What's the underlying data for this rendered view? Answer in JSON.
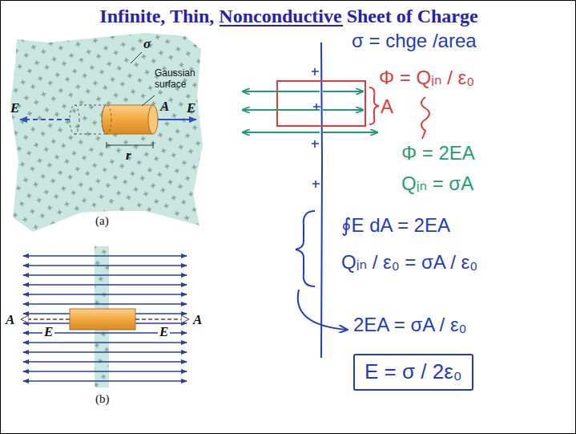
{
  "diagram": {
    "title": "Infinite, Thin, Nonconductive Sheet of Charge",
    "nodes": [
      {
        "text": [
          "E = σ / 2ε₀"
        ]
      }
    ],
    "labels": [
      "σ",
      "Gaussian surface",
      "E",
      "A",
      "r",
      "E",
      "(a)",
      "A",
      "E",
      "E",
      "A",
      "(b)",
      "σ = chge /area",
      "Φ = Qᵢₙ / ε₀",
      "A",
      "Φ = 2EA",
      "Qᵢₙ = σA",
      "∮E dA = 2EA",
      "Qᵢₙ / ε₀ = σA / ε₀",
      "2EA = σA / ε₀"
    ]
  }
}
